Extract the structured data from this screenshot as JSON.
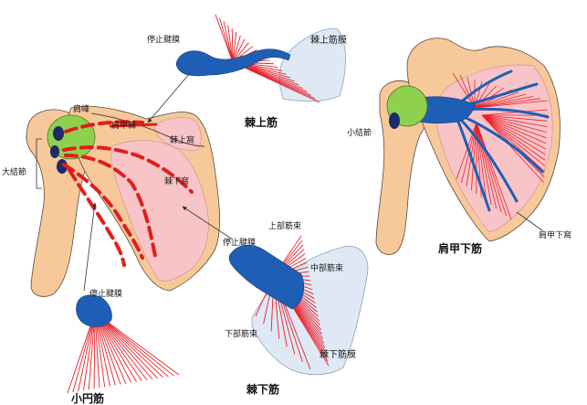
{
  "colors": {
    "bone": "#f7c99a",
    "bone_stroke": "#5a4a3a",
    "fossa_pink": "#f9c4c8",
    "membrane": "#dfe9f5",
    "tendon_blue": "#1e5fb5",
    "fiber_red": "#e8202a",
    "tubercle_green": "#8fd14f",
    "tubercle_navy": "#1d2a6b"
  },
  "icons": [
    "scapula-bone",
    "humerus-bone",
    "muscle-fiber-fan",
    "tendon",
    "fascia-membrane",
    "leader-arrow"
  ],
  "supraspinatus": {
    "title": "棘上筋",
    "insertion_tendon": "停止腱膜",
    "fascia": "棘上筋膜"
  },
  "scapula_posterior": {
    "acromion": "肩峰",
    "spine": "肩甲棘",
    "supraspinous_fossa": "棘上窩",
    "infraspinous_fossa": "棘下窩",
    "greater_tubercle": "大結節"
  },
  "infraspinatus": {
    "title": "棘下筋",
    "insertion_tendon": "停止腱膜",
    "upper_bundle": "上部筋束",
    "middle_bundle": "中部筋束",
    "lower_bundle": "下部筋束",
    "fascia": "棘下筋膜"
  },
  "teres_minor": {
    "title": "小円筋",
    "insertion_tendon": "停止腱膜"
  },
  "subscapularis": {
    "title": "肩甲下筋",
    "lesser_tubercle": "小結節",
    "fossa": "肩甲下窩"
  }
}
